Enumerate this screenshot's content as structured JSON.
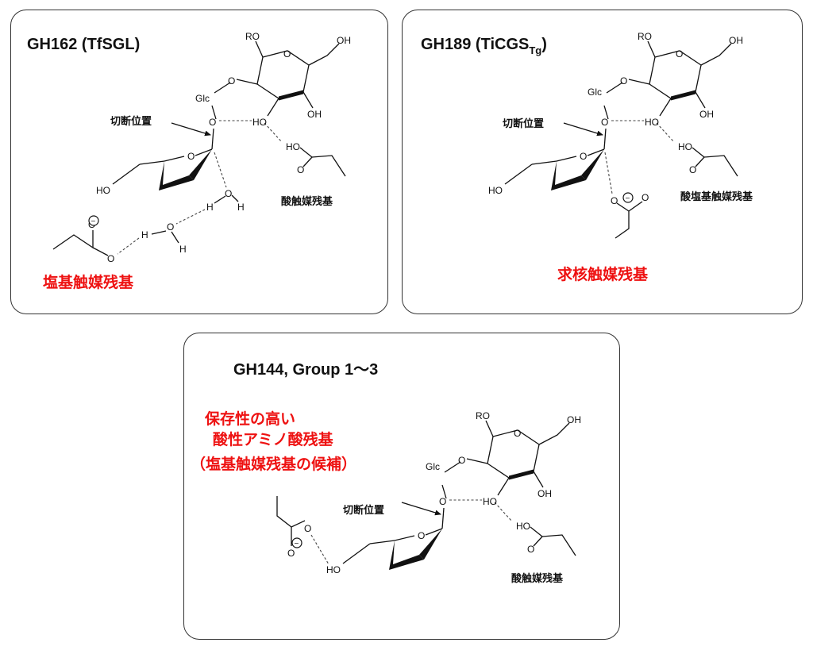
{
  "panels": [
    {
      "title_main": "GH162 (TfSGL)",
      "title_sub": "",
      "ring_labels": {
        "ro": "RO",
        "oh_top": "OH",
        "oh_bottom": "OH",
        "ho_mid": "HO",
        "glc": "Glc",
        "o_glyco": "O",
        "ho_left": "HO",
        "ring_o1": "O",
        "ring_o2": "O"
      },
      "cleavage_label": "切断位置",
      "acid_residue_label": "酸触媒残基",
      "acid_ho": "HO",
      "acid_o": "O",
      "water": [
        {
          "h": "H",
          "o": "O",
          "h2": "H"
        },
        {
          "h": "H",
          "o": "O",
          "h2": "H"
        }
      ],
      "carboxylate_o1": "O",
      "carboxylate_o2": "O",
      "minus": "−",
      "red_labels": [
        "塩基触媒残基"
      ]
    },
    {
      "title_main": "GH189 (TiCGS",
      "title_sub": "Tg",
      "title_close": ")",
      "ring_labels": {
        "ro": "RO",
        "oh_top": "OH",
        "oh_bottom": "OH",
        "ho_mid": "HO",
        "glc": "Glc",
        "o_glyco": "O",
        "ho_left": "HO",
        "ring_o1": "O",
        "ring_o2": "O"
      },
      "cleavage_label": "切断位置",
      "acid_residue_label": "酸塩基触媒残基",
      "acid_ho": "HO",
      "acid_o": "O",
      "carboxylate_o1": "O",
      "carboxylate_o2": "O",
      "minus": "−",
      "red_labels": [
        "求核触媒残基"
      ]
    },
    {
      "title_main": "GH144, Group 1〜3",
      "ring_labels": {
        "ro": "RO",
        "oh_top": "OH",
        "oh_bottom": "OH",
        "ho_mid": "HO",
        "glc": "Glc",
        "o_glyco": "O",
        "ho_left": "HO",
        "ring_o1": "O",
        "ring_o2": "O"
      },
      "cleavage_label": "切断位置",
      "acid_residue_label": "酸触媒残基",
      "acid_ho": "HO",
      "acid_o": "O",
      "carboxylate_o1": "O",
      "carboxylate_o2": "O",
      "minus": "−",
      "red_labels": [
        "保存性の高い",
        "酸性アミノ酸残基",
        "（塩基触媒残基の候補）"
      ]
    }
  ]
}
